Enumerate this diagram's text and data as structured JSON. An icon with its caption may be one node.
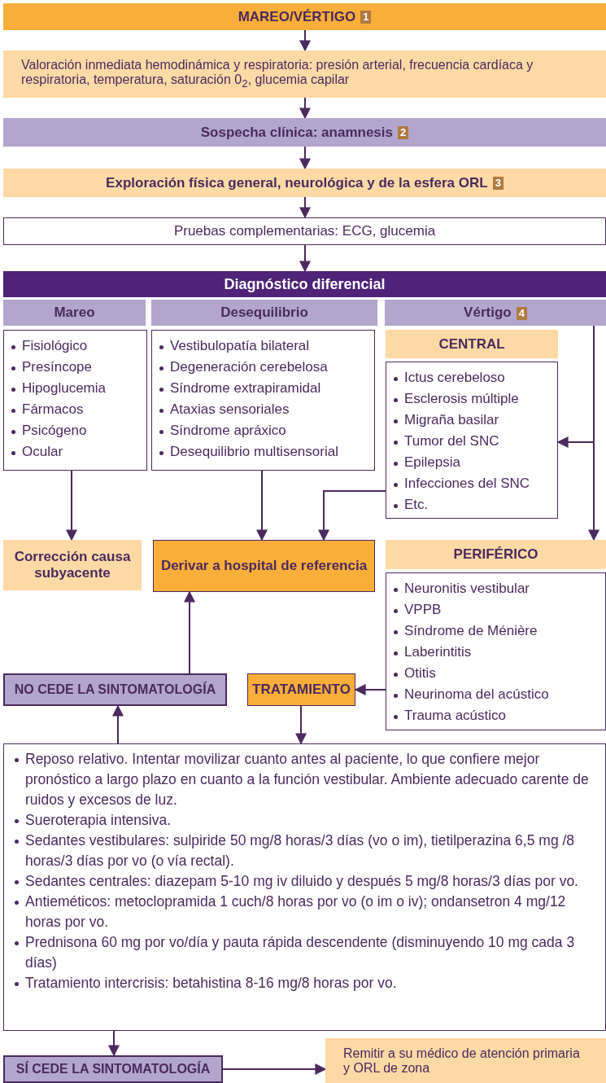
{
  "diagram": {
    "nodes": [
      {
        "text": [
          "MAREO/VÉRTIGO",
          "1"
        ]
      },
      {
        "text": [
          "Valoración inmediata hemodinámica y respiratoria: presión arterial, frecuencia cardíaca y respiratoria, temperatura, saturación 0$_{2}$, glucemia capilar"
        ]
      },
      {
        "text": [
          "Sospecha clínica: anamnesis",
          "2"
        ]
      },
      {
        "text": [
          "Exploración física general, neurológica y de la esfera ORL",
          "3"
        ]
      },
      {
        "text": [
          "Pruebas complementarias: ECG, glucemia"
        ]
      },
      {
        "text": [
          "Diagnóstico diferencial"
        ]
      },
      {
        "text": [
          "Mareo"
        ]
      },
      {
        "text": [
          "Desequilibrio"
        ]
      },
      {
        "text": [
          "Vértigo",
          "4"
        ]
      },
      {
        "text": [
          "Fisiológico",
          "Presíncope",
          "Hipoglucemia",
          "Fármacos",
          "Psicógeno",
          "Ocular"
        ]
      },
      {
        "text": [
          "Vestibulopatía bilateral",
          "Degeneración cerebelosa",
          "Síndrome extrapiramidal",
          "Ataxias sensoriales",
          "Síndrome apráxico",
          "Desequilibrio multisensorial"
        ]
      },
      {
        "text": [
          "CENTRAL"
        ]
      },
      {
        "text": [
          "Ictus cerebeloso",
          "Esclerosis múltiple",
          "Migraña basilar",
          "Tumor del SNC",
          "Epilepsia",
          "Infecciones del SNC",
          "Etc."
        ]
      },
      {
        "text": [
          "Corrección causa subyacente"
        ]
      },
      {
        "text": [
          "Derivar a hospital de referencia"
        ]
      },
      {
        "text": [
          "PERIFÉRICO"
        ]
      },
      {
        "text": [
          "Neuronitis vestibular",
          "VPPB",
          "Síndrome de Ménière",
          "Laberintitis",
          "Otitis",
          "Neurinoma del acústico",
          "Trauma acústico"
        ]
      },
      {
        "text": [
          "NO CEDE LA SINTOMATOLOGÍA"
        ]
      },
      {
        "text": [
          "TRATAMIENTO"
        ]
      },
      {
        "text": [
          "Reposo relativo. Intentar movilizar cuanto antes al paciente, lo que confiere mejor pronóstico a largo plazo en cuanto a la función vestibular. Ambiente adecuado carente de ruidos y excesos de luz.",
          "Sueroterapia intensiva.",
          "Sedantes vestibulares: sulpiride 50 mg/8 horas/3 días (vo o im), tietilperazina 6,5 mg /8 horas/3 días por vo (o vía rectal).",
          "Sedantes centrales: diazepam 5-10 mg iv diluido y después 5 mg/8 horas/3 días por vo.",
          "Antieméticos: metoclopramida 1 cuch/8 horas por vo (o im o iv); ondansetron 4 mg/12 horas por vo.",
          "Prednisona 60 mg por vo/día y pauta rápida descendente (disminuyendo 10 mg cada 3 días)",
          "Tratamiento intercrisis: betahistina 8-16 mg/8 horas por vo."
        ]
      },
      {
        "text": [
          "SÍ CEDE LA SINTOMATOLOGÍA"
        ]
      },
      {
        "text": [
          "Remitir a su médico de atención primaria y ORL de zona"
        ]
      }
    ],
    "edges": [
      {
        "from": 0,
        "to": 1,
        "arrow": "to"
      },
      {
        "from": 1,
        "to": 2,
        "arrow": "to"
      },
      {
        "from": 2,
        "to": 3,
        "arrow": "to"
      },
      {
        "from": 3,
        "to": 4,
        "arrow": "to"
      },
      {
        "from": 4,
        "to": 5,
        "arrow": "to"
      },
      {
        "from": 8,
        "to": 12,
        "arrow": "to"
      },
      {
        "from": 8,
        "to": 15,
        "arrow": "to"
      },
      {
        "from": 9,
        "to": 13,
        "arrow": "to"
      },
      {
        "from": 10,
        "to": 14,
        "arrow": "to"
      },
      {
        "from": 12,
        "to": 14,
        "arrow": "to"
      },
      {
        "from": 17,
        "to": 14,
        "arrow": "to"
      },
      {
        "from": 16,
        "to": 18,
        "arrow": "to"
      },
      {
        "from": 18,
        "to": 19,
        "arrow": "to"
      },
      {
        "from": 19,
        "to": 17,
        "arrow": "to"
      },
      {
        "from": 19,
        "to": 20,
        "arrow": "to"
      },
      {
        "from": 20,
        "to": 21,
        "arrow": "to"
      }
    ]
  }
}
